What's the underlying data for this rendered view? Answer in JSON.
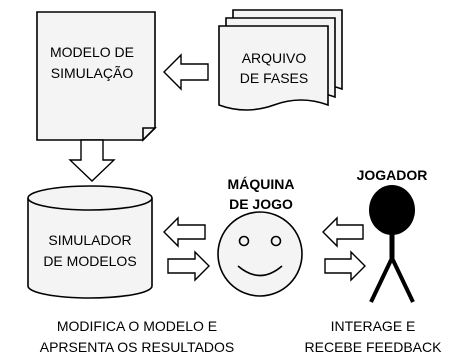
{
  "model": {
    "line1": "MODELO DE",
    "line2": "SIMULAÇÃO"
  },
  "phases": {
    "line1": "ARQUIVO",
    "line2": "DE FASES"
  },
  "simulator": {
    "line1": "SIMULADOR",
    "line2": "DE MODELOS"
  },
  "machine": {
    "line1": "MÁQUINA",
    "line2": "DE JOGO"
  },
  "player": {
    "label": "JOGADOR"
  },
  "captions": {
    "left_line1": "MODIFICA O MODELO E",
    "left_line2": "APRSENTA OS RESULTADOS",
    "right_line1": "INTERAGE E",
    "right_line2": "RECEBE FEEDBACK"
  }
}
